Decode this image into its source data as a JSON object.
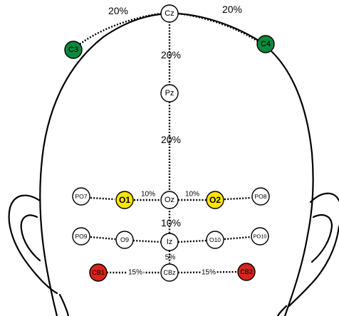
{
  "colors": {
    "head_outline": "#000000",
    "dotted_line": "#000000",
    "neutral_fill": "#ffffff",
    "motor_green": "#0b8a3b",
    "occipital_yellow": "#ffe600",
    "cerebellar_red": "#d9241c"
  },
  "electrodes": {
    "cz": "Cz",
    "c3": "C3",
    "c4": "C4",
    "pz": "Pz",
    "po7": "PO7",
    "o1": "O1",
    "oz": "Oz",
    "o2": "O2",
    "po8": "PO8",
    "po9": "PO9",
    "o9": "O9",
    "iz": "Iz",
    "o10": "O10",
    "po10": "PO10",
    "cb1": "CB1",
    "cbz": "CBz",
    "cb2": "CB2"
  },
  "electrode_colors": {
    "cz": "neutral",
    "c3": "green",
    "c4": "green",
    "pz": "neutral",
    "po7": "neutral",
    "o1": "yellow",
    "oz": "neutral",
    "o2": "yellow",
    "po8": "neutral",
    "po9": "neutral",
    "o9": "neutral",
    "iz": "neutral",
    "o10": "neutral",
    "po10": "neutral",
    "cb1": "red",
    "cbz": "neutral",
    "cb2": "red"
  },
  "distances": {
    "c3_cz": "20%",
    "cz_c4": "20%",
    "cz_pz": "20%",
    "pz_oz": "20%",
    "o1_oz": "10%",
    "oz_o2": "10%",
    "oz_iz": "10%",
    "iz_cbz": "5%",
    "cb1_cbz": "15%",
    "cbz_cb2": "15%"
  }
}
